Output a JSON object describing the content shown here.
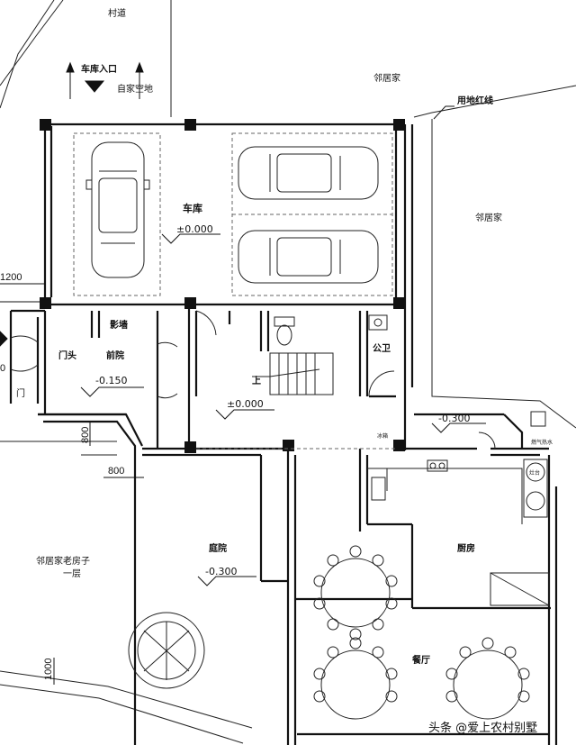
{
  "labels": {
    "village_road": "村道",
    "garage_entrance": "车库入口",
    "own_land": "自家空地",
    "neighbor_top": "邻居家",
    "neighbor_right": "邻居家",
    "property_line": "用地红线",
    "garage": "车库",
    "garage_level": "±0.000",
    "screen_wall": "影墙",
    "gatehouse": "门头",
    "front_yard": "前院",
    "front_yard_level": "-0.150",
    "gate": "门",
    "hall_level": "±0.000",
    "stair_up": "上",
    "public_wc": "公卫",
    "side_level": "-0.300",
    "courtyard": "庭院",
    "courtyard_level": "-0.300",
    "kitchen": "厨房",
    "dining": "餐厅",
    "neighbor_old_house": "邻居家老房子",
    "one_storey": "一层",
    "fridge": "冰箱",
    "gas_water_heater": "燃气热水",
    "hearth": "灶台",
    "watermark": "头条 @爱上农村别墅"
  },
  "dimensions": {
    "d1200": "1200",
    "d800a": "800",
    "d800b": "800",
    "d1000": "1000",
    "d0": "0"
  }
}
